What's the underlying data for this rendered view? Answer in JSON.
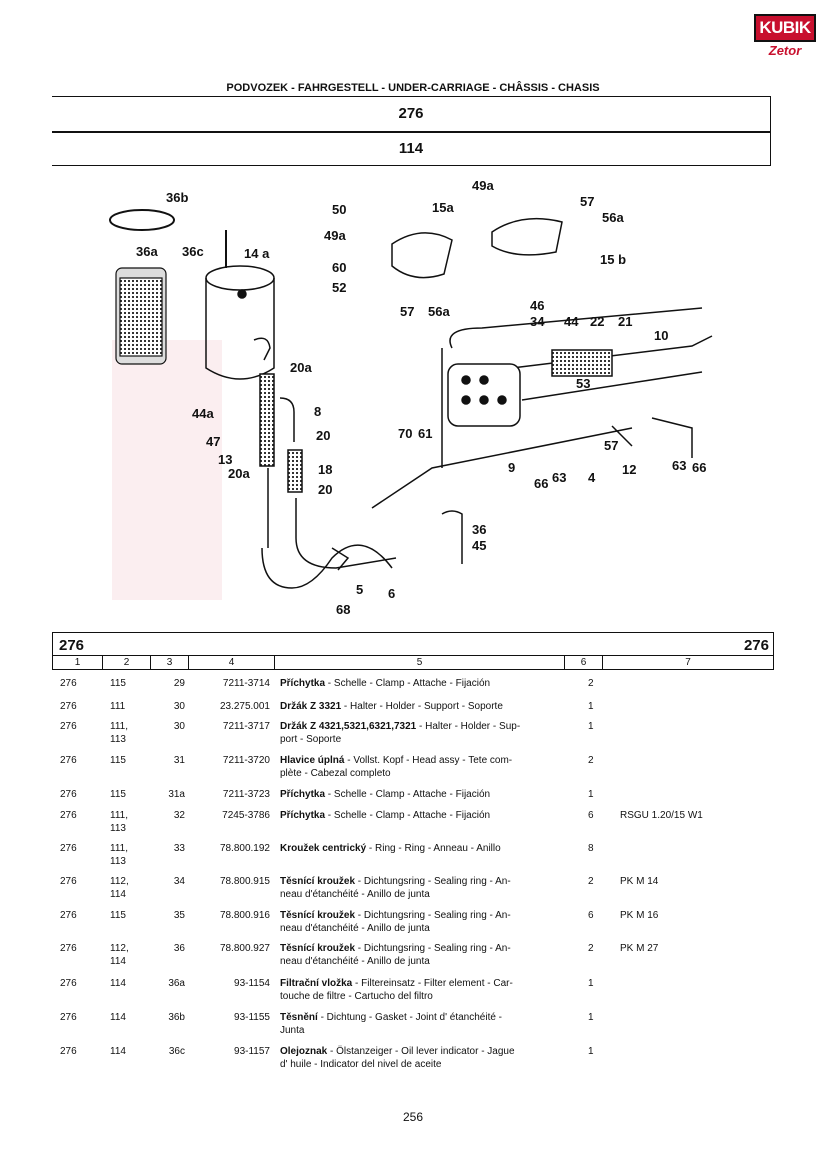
{
  "logo": {
    "brand": "KUBIK",
    "sub": "Zetor"
  },
  "header": {
    "title": "PODVOZEK - FAHRGESTELL - UNDER-CARRIAGE - CHÂSSIS - CHASIS"
  },
  "group": "276",
  "subgroup": "114",
  "diagram_labels": [
    "36b",
    "36a",
    "36c",
    "14a",
    "20a",
    "44a",
    "8",
    "47",
    "20",
    "13",
    "18",
    "20a",
    "20",
    "50",
    "15a",
    "49a",
    "60",
    "52",
    "57",
    "56a",
    "49a",
    "57",
    "56a",
    "15b",
    "46",
    "34",
    "44",
    "22",
    "21",
    "10",
    "53",
    "70",
    "61",
    "9",
    "57",
    "12",
    "63",
    "66",
    "66",
    "63",
    "4",
    "36",
    "45",
    "5",
    "6",
    "68"
  ],
  "table": {
    "left_code": "276",
    "right_code": "276",
    "columns": [
      "1",
      "2",
      "3",
      "4",
      "5",
      "6",
      "7"
    ],
    "rows": [
      {
        "c1": "276",
        "c2": "115",
        "c3": "29",
        "c4": "7211-3714",
        "name": "Příchytka",
        "desc": " - Schelle - Clamp - Attache - Fijación",
        "qty": "2",
        "note": ""
      },
      {
        "c1": "276",
        "c2": "111",
        "c3": "30",
        "c4": "23.275.001",
        "name": "Držák Z 3321",
        "desc": " - Halter - Holder - Support - Soporte",
        "qty": "1",
        "note": ""
      },
      {
        "c1": "276",
        "c2": "111,\n113",
        "c3": "30",
        "c4": "7211-3717",
        "name": "Držák Z 4321,5321,6321,7321",
        "desc": " - Halter - Holder - Sup-\nport - Soporte",
        "qty": "1",
        "note": ""
      },
      {
        "c1": "276",
        "c2": "115",
        "c3": "31",
        "c4": "7211-3720",
        "name": "Hlavice úplná",
        "desc": " - Vollst. Kopf - Head assy - Tete com-\nplète - Cabezal completo",
        "qty": "2",
        "note": ""
      },
      {
        "c1": "276",
        "c2": "115",
        "c3": "31a",
        "c4": "7211-3723",
        "name": "Příchytka",
        "desc": " - Schelle - Clamp - Attache - Fijación",
        "qty": "1",
        "note": ""
      },
      {
        "c1": "276",
        "c2": "111,\n113",
        "c3": "32",
        "c4": "7245-3786",
        "name": "Příchytka",
        "desc": " - Schelle - Clamp - Attache - Fijación",
        "qty": "6",
        "note": "RSGU 1.20/15 W1"
      },
      {
        "c1": "276",
        "c2": "111,\n113",
        "c3": "33",
        "c4": "78.800.192",
        "name": "Kroužek centrický",
        "desc": " - Ring - Ring - Anneau - Anillo",
        "qty": "8",
        "note": ""
      },
      {
        "c1": "276",
        "c2": "112,\n114",
        "c3": "34",
        "c4": "78.800.915",
        "name": "Těsnící kroužek",
        "desc": " - Dichtungsring - Sealing ring - An-\nneau d'étanchéité - Anillo de junta",
        "qty": "2",
        "note": "PK M 14"
      },
      {
        "c1": "276",
        "c2": "115",
        "c3": "35",
        "c4": "78.800.916",
        "name": "Těsnící kroužek",
        "desc": " - Dichtungsring - Sealing ring - An-\nneau d'étanchéité - Anillo de junta",
        "qty": "6",
        "note": "PK M 16"
      },
      {
        "c1": "276",
        "c2": "112,\n114",
        "c3": "36",
        "c4": "78.800.927",
        "name": "Těsnící kroužek",
        "desc": " - Dichtungsring - Sealing ring - An-\nneau d'étanchéité - Anillo de junta",
        "qty": "2",
        "note": "PK M 27"
      },
      {
        "c1": "276",
        "c2": "114",
        "c3": "36a",
        "c4": "93-1154",
        "name": "Filtrační vložka",
        "desc": " - Filtereinsatz - Filter element - Car-\ntouche de filtre - Cartucho del filtro",
        "qty": "1",
        "note": ""
      },
      {
        "c1": "276",
        "c2": "114",
        "c3": "36b",
        "c4": "93-1155",
        "name": "Těsnění",
        "desc": " - Dichtung - Gasket - Joint d' étanchéité -\nJunta",
        "qty": "1",
        "note": ""
      },
      {
        "c1": "276",
        "c2": "114",
        "c3": "36c",
        "c4": "93-1157",
        "name": "Olejoznak",
        "desc": " - Ölstanzeiger - Oil lever indicator - Jague\nd' huile - Indicator del nivel de aceite",
        "qty": "1",
        "note": ""
      }
    ]
  },
  "page_number": "256"
}
